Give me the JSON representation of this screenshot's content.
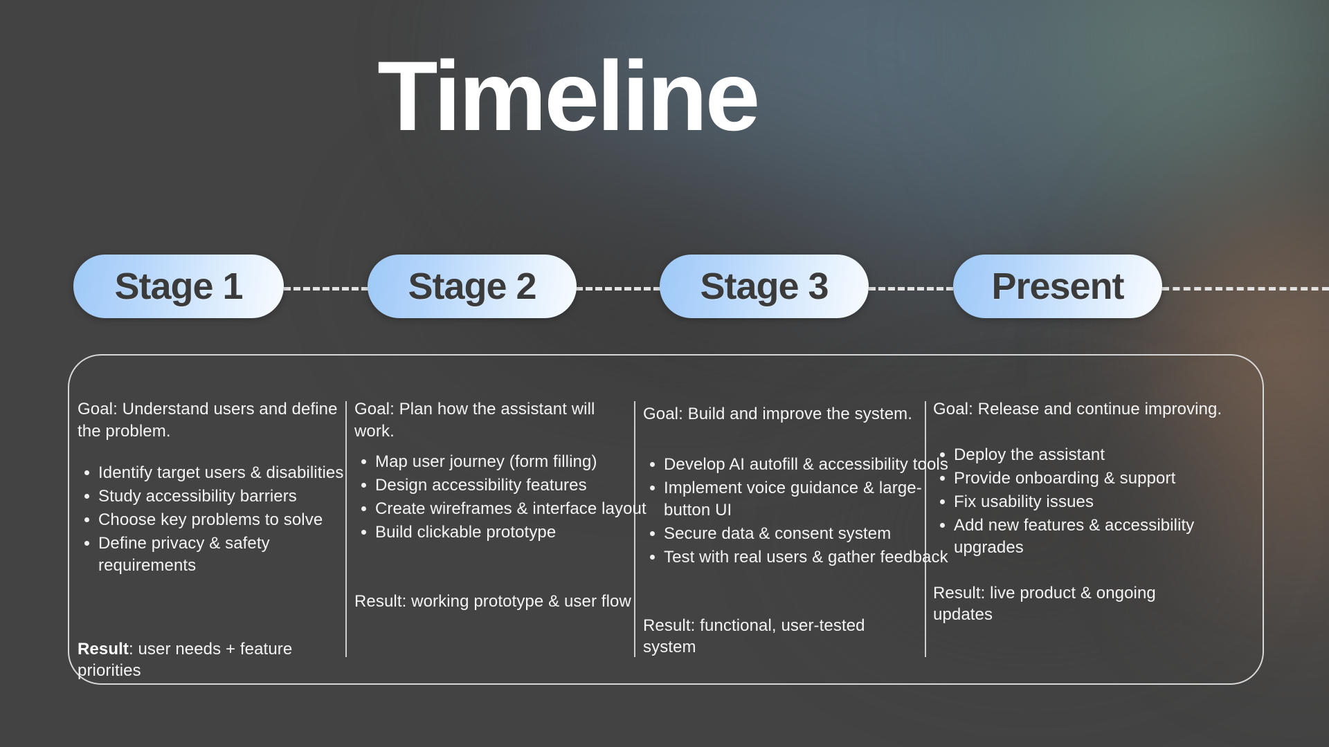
{
  "page": {
    "title": "Timeline",
    "background_color": "#434343",
    "accent_pill_gradient_start": "#9ec9f7",
    "accent_pill_gradient_end": "#f7fbff",
    "text_color": "#f4f4f4",
    "pill_text_color": "#3b3b3b",
    "connector_color": "#e2e2e2",
    "panel_border_color": "#d8d8d8"
  },
  "timeline": {
    "stages": [
      {
        "label": "Stage 1"
      },
      {
        "label": "Stage 2"
      },
      {
        "label": "Stage 3"
      },
      {
        "label": "Present"
      }
    ]
  },
  "details": {
    "columns": [
      {
        "goal": "Goal: Understand users and define the problem.",
        "bullets": [
          "Identify target users & disabilities",
          "Study accessibility barriers",
          "Choose key problems to solve",
          "Define privacy & safety requirements"
        ],
        "result_label": "Result",
        "result_text": ": user needs + feature priorities"
      },
      {
        "goal": "Goal: Plan how the assistant will work.",
        "bullets": [
          "Map user journey (form filling)",
          "Design accessibility features",
          "Create wireframes & interface layout",
          "Build clickable prototype"
        ],
        "result_label": "Result",
        "result_text": ": working prototype & user flow"
      },
      {
        "goal": "Goal: Build and improve the system.",
        "bullets": [
          "Develop AI autofill & accessibility tools",
          "Implement voice guidance & large-button UI",
          "Secure data & consent system",
          "Test with real users & gather feedback"
        ],
        "result_label": "Result",
        "result_text": ": functional, user-tested system"
      },
      {
        "goal": "Goal: Release and continue improving.",
        "bullets": [
          "Deploy the assistant",
          "Provide onboarding & support",
          "Fix usability issues",
          "Add new features & accessibility upgrades"
        ],
        "result_label": "Result",
        "result_text": ": live product & ongoing updates"
      }
    ]
  }
}
